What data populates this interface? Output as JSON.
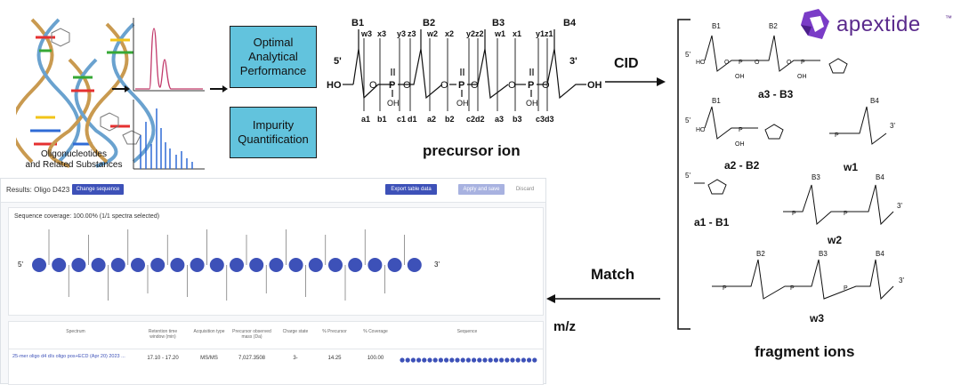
{
  "brand": {
    "name": "apextide",
    "tm": "™",
    "color": "#5a2a8c"
  },
  "workflow": {
    "caption_line1": "Oligonucleotides",
    "caption_line2": "and Related Substances",
    "box1_line1": "Optimal",
    "box1_line2": "Analytical",
    "box1_line2b": "Performance",
    "box2_line1": "Impurity",
    "box2_line2": "Quantification"
  },
  "precursor": {
    "label": "precursor ion",
    "five_prime": "5'",
    "three_prime": "3'",
    "ho": "HO",
    "oh_end": "OH",
    "bases": [
      "B1",
      "B2",
      "B3",
      "B4"
    ],
    "top_labels": [
      "w3",
      "x3",
      "y3",
      "z3",
      "w2",
      "x2",
      "y2",
      "z2",
      "w1",
      "x1",
      "y1",
      "z1"
    ],
    "bottom_labels": [
      "a1",
      "b1",
      "c1",
      "d1",
      "a2",
      "b2",
      "c2",
      "d2",
      "a3",
      "b3",
      "c3",
      "d3"
    ],
    "p": "P",
    "o": "O",
    "oh": "OH"
  },
  "arrows": {
    "cid": "CID",
    "match": "Match",
    "mz": "m/z"
  },
  "fragments": {
    "label": "fragment ions",
    "a3b3": "a3 - B3",
    "a2b2": "a2 - B2",
    "a1b1": "a1 - B1",
    "w1": "w1",
    "w2": "w2",
    "w3": "w3",
    "five_prime": "5'",
    "three_prime": "3'"
  },
  "app": {
    "title": "Results: Oligo D423",
    "change_seq": "Change sequence",
    "export": "Export table data",
    "apply": "Apply and save",
    "discard": "Discard",
    "coverage": "Sequence coverage: 100.00% (1/1 spectra selected)",
    "five": "5'",
    "three": "3'",
    "nucleotide_count": 20,
    "columns": [
      "Spectrum",
      "Retention time window (min)",
      "Acquisition type",
      "Precursor observed mass (Da)",
      "Charge state",
      "% Precursor",
      "% Coverage",
      "Sequence"
    ],
    "row": {
      "spectrum": "25-mer oligo d4 d/s oligo pos+ECD (Apr 20) 2023 ...",
      "rt": "17.10 - 17.20",
      "acq": "MS/MS",
      "mass": "7,027.3508",
      "charge": "3-",
      "pct_precursor": "14.25",
      "pct_coverage": "100.00"
    },
    "accent": "#3d51b8"
  }
}
